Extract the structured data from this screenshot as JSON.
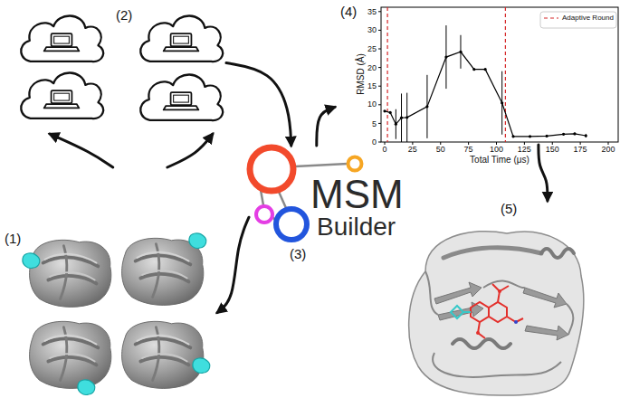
{
  "diagram": {
    "nodes": [
      {
        "text": [
          "(1)"
        ]
      },
      {
        "text": [
          "(2)"
        ]
      },
      {
        "text": [
          "MSM",
          "Builder",
          "(3)"
        ]
      },
      {
        "text": [
          "(4)"
        ]
      },
      {
        "text": [
          "(5)"
        ]
      }
    ],
    "edges": [
      {
        "from": 0,
        "to": 1,
        "arrow": "to"
      },
      {
        "from": 0,
        "to": 1,
        "arrow": "to"
      },
      {
        "from": 1,
        "to": 2,
        "arrow": "to"
      },
      {
        "from": 2,
        "to": 3,
        "arrow": "to"
      },
      {
        "from": 3,
        "to": 4,
        "arrow": "to"
      },
      {
        "from": 2,
        "to": 0,
        "arrow": "to"
      }
    ],
    "labels": [
      "0",
      "5",
      "10",
      "15",
      "20",
      "25",
      "30",
      "35",
      "0",
      "25",
      "50",
      "75",
      "100",
      "125",
      "150",
      "175",
      "200",
      "RMSD (Å)",
      "Total Time (μs)"
    ],
    "legend": [
      {
        "text": "Adaptive Round"
      }
    ]
  }
}
